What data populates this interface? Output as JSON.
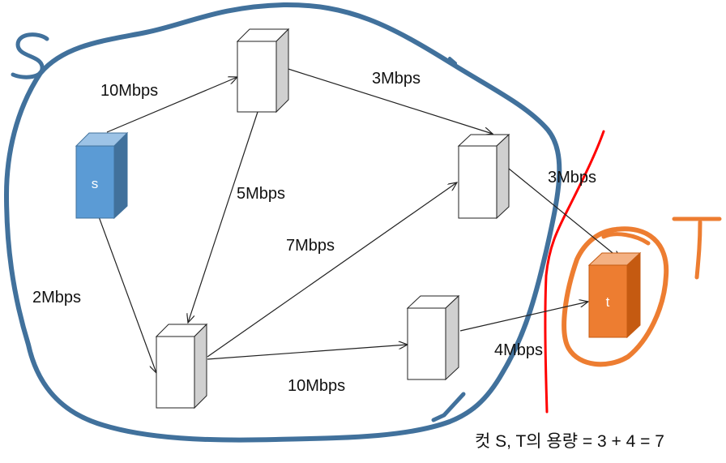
{
  "diagram": {
    "nodes": [
      {
        "id": "s",
        "label": "s",
        "color": "#5b9bd5"
      },
      {
        "id": "top",
        "label": ""
      },
      {
        "id": "right-top",
        "label": ""
      },
      {
        "id": "bottom-left",
        "label": ""
      },
      {
        "id": "bottom-right",
        "label": ""
      },
      {
        "id": "t",
        "label": "t",
        "color": "#ed7d31"
      }
    ],
    "edges": [
      {
        "from": "s",
        "to": "top",
        "capacity": "10Mbps"
      },
      {
        "from": "top",
        "to": "right-top",
        "capacity": "3Mbps"
      },
      {
        "from": "top",
        "to": "bottom-left",
        "capacity": "5Mbps"
      },
      {
        "from": "right-top",
        "to": "t",
        "capacity": "3Mbps"
      },
      {
        "from": "bottom-left",
        "to": "right-top",
        "capacity": "7Mbps"
      },
      {
        "from": "s",
        "to": "bottom-left",
        "capacity": "2Mbps"
      },
      {
        "from": "bottom-left",
        "to": "bottom-right",
        "capacity": "10Mbps"
      },
      {
        "from": "bottom-right",
        "to": "t",
        "capacity": "4Mbps"
      }
    ],
    "annotations": {
      "set_s_label": "S",
      "set_t_label": "T",
      "cut_formula": "컷 S, T의 용량 = 3 + 4 = 7",
      "set_s_color": "#41719c",
      "set_t_color": "#ed7d31",
      "cut_line_color": "#ff0000"
    }
  }
}
